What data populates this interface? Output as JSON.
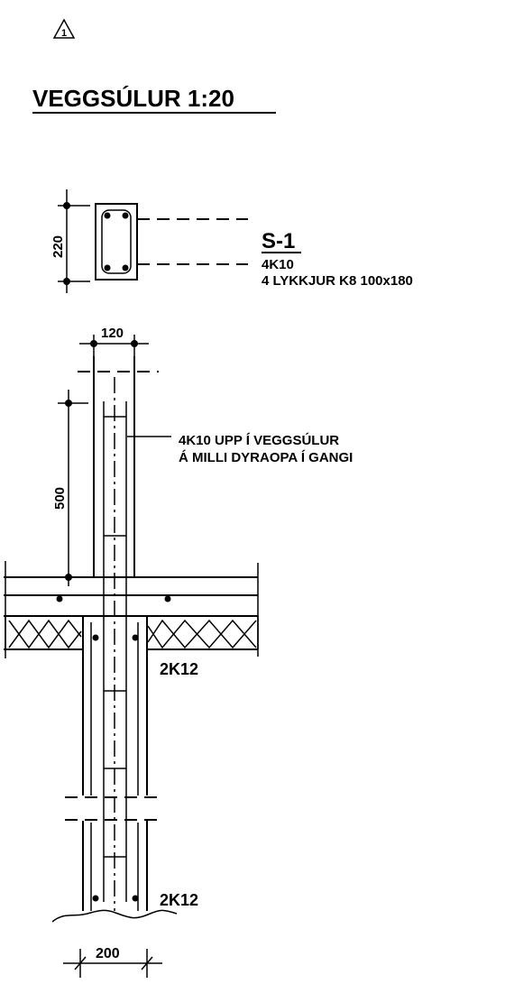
{
  "revision_mark": "1",
  "title": "VEGGSÚLUR 1:20",
  "section": {
    "name": "S-1",
    "line1": "4K10",
    "line2": "4 LYKKJUR K8 100x180"
  },
  "dimensions": {
    "section_height": "220",
    "column_width": "120",
    "lap_length": "500",
    "footing_width": "200"
  },
  "notes": {
    "upper_rebar_line1": "4K10 UPP Í VEGGSÚLUR",
    "upper_rebar_line2": "Á MILLI DYRAOPA Í GANGI",
    "rebar_mid": "2K12",
    "rebar_bottom": "2K12"
  }
}
